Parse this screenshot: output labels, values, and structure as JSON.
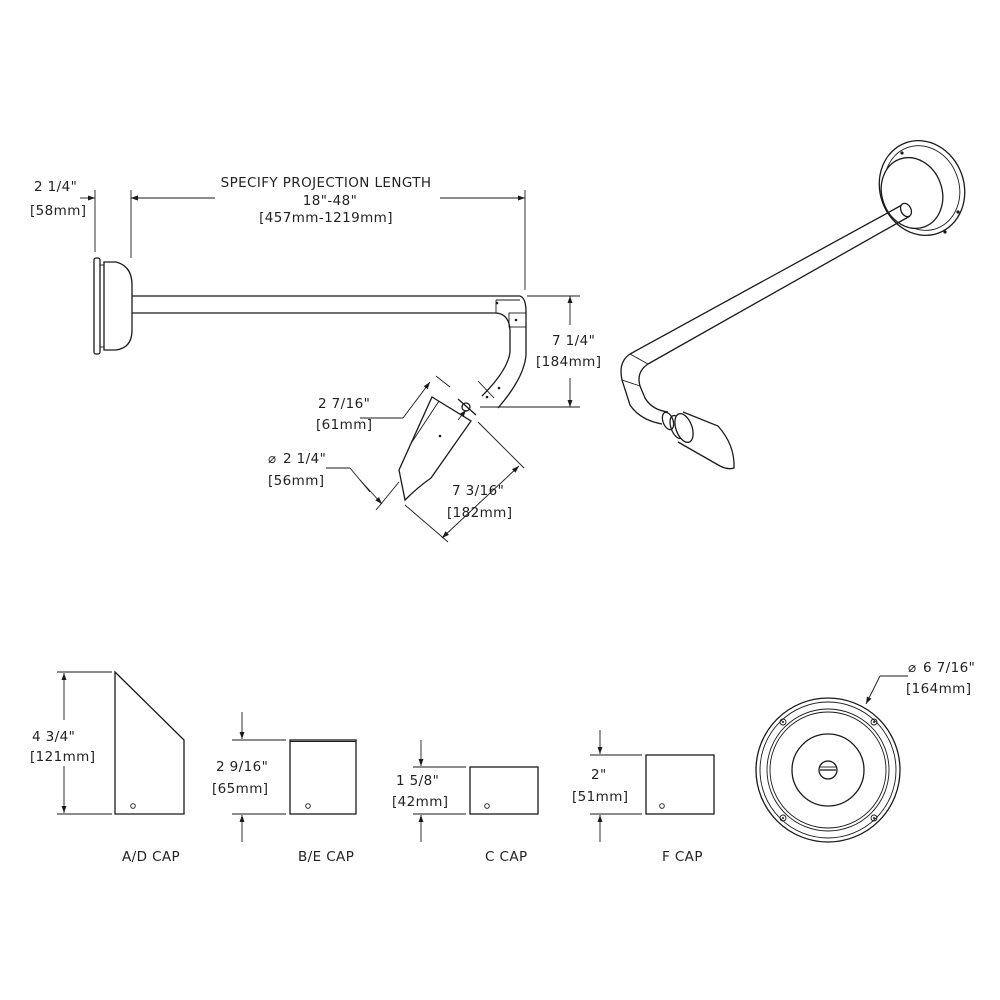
{
  "projection": {
    "label": "SPECIFY PROJECTION LENGTH",
    "inches": "18\"-48\"",
    "mm": "[457mm-1219mm]"
  },
  "base_depth": {
    "inches": "2 1/4\"",
    "mm": "[58mm]"
  },
  "drop_height": {
    "inches": "7 1/4\"",
    "mm": "[184mm]"
  },
  "neck_length": {
    "inches": "2 7/16\"",
    "mm": "[61mm]"
  },
  "cap_diameter": {
    "inches": "2 1/4\"",
    "mm": "[56mm]",
    "symbol": "⌀"
  },
  "cap_length": {
    "inches": "7 3/16\"",
    "mm": "[182mm]"
  },
  "caps": {
    "ad": {
      "label": "A/D CAP",
      "inches": "4 3/4\"",
      "mm": "[121mm]"
    },
    "be": {
      "label": "B/E CAP",
      "inches": "2 9/16\"",
      "mm": "[65mm]"
    },
    "c": {
      "label": "C CAP",
      "inches": "1 5/8\"",
      "mm": "[42mm]"
    },
    "f": {
      "label": "F CAP",
      "inches": "2\"",
      "mm": "[51mm]"
    }
  },
  "backplate": {
    "inches": "6 7/16\"",
    "mm": "[164mm]",
    "symbol": "⌀"
  }
}
